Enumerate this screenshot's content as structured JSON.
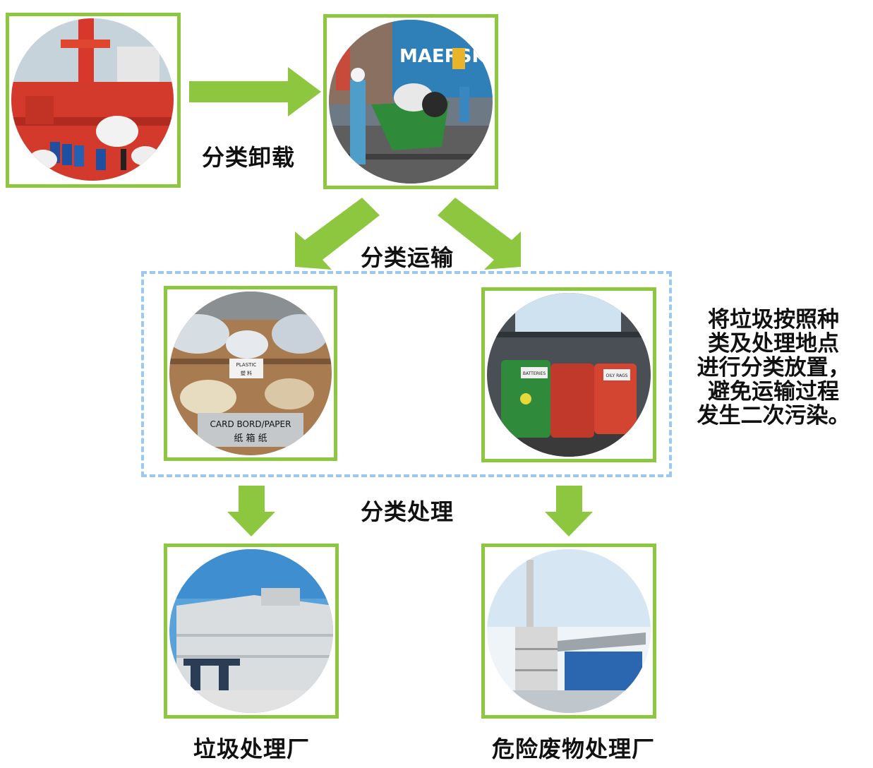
{
  "labels": {
    "unload": "分类卸载",
    "transport": "分类运输",
    "process": "分类处理",
    "garbage_plant": "垃圾处理厂",
    "hazardous_plant": "危险废物处理厂"
  },
  "note": {
    "lines": [
      "将垃圾按照种",
      "类及处理地点",
      "进行分类放置，",
      "避免运输过程",
      "发生二次污染。"
    ]
  },
  "photos": {
    "plastic_sign": "PLASTIC",
    "plastic_cn": "塑 料",
    "cardboard_sign": "CARD BORD/PAPER",
    "cardboard_cn": "纸 箱 纸",
    "ship_brand": "MAERSK",
    "batteries_label": "BATTERIES",
    "oily_rags_label": "OILY RAGS"
  },
  "colors": {
    "frame": "#8dc63f",
    "arrow": "#8dc63f",
    "dashed_border": "#9cc9f0"
  }
}
